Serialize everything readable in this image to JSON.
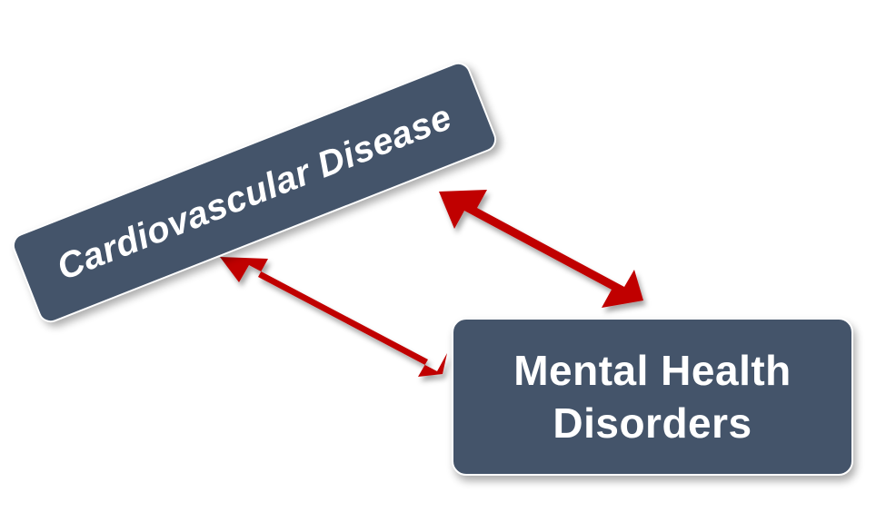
{
  "diagram": {
    "nodes": [
      {
        "id": "cvd",
        "label": "Cardiovascular Disease"
      },
      {
        "id": "mhd",
        "label_line1": "Mental Health",
        "label_line2": "Disorders"
      }
    ],
    "edges": [
      {
        "from": "cvd",
        "to": "mhd",
        "type": "bidirectional"
      },
      {
        "from": "mhd",
        "to": "cvd",
        "type": "bidirectional"
      }
    ]
  },
  "colors": {
    "box_fill": "#44546a",
    "box_text": "#ffffff",
    "arrow": "#c00000"
  }
}
